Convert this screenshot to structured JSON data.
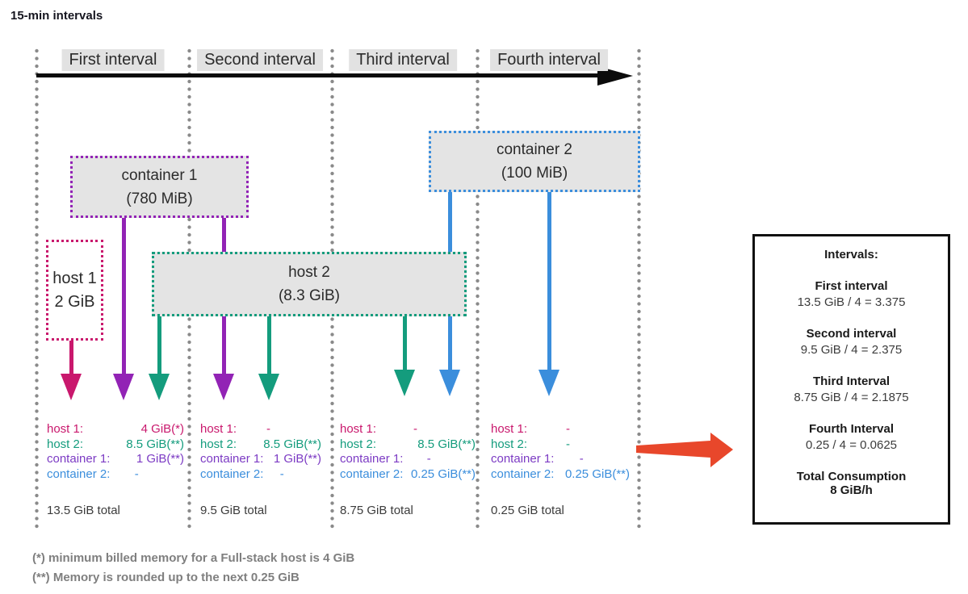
{
  "title": "15-min intervals",
  "timeline": {
    "intervals": [
      {
        "label": "First interval"
      },
      {
        "label": "Second interval"
      },
      {
        "label": "Third interval"
      },
      {
        "label": "Fourth interval"
      }
    ]
  },
  "boxes": {
    "container1": {
      "name": "container 1",
      "memory": "(780 MiB)"
    },
    "container2": {
      "name": "container 2",
      "memory": "(100 MiB)"
    },
    "host1": {
      "name": "host 1",
      "memory": "2 GiB"
    },
    "host2": {
      "name": "host 2",
      "memory": "(8.3 GiB)"
    }
  },
  "billing": {
    "intervals": [
      {
        "rows": [
          {
            "label": "host 1:",
            "value": "4 GiB(*)"
          },
          {
            "label": "host 2:",
            "value": "8.5 GiB(**)"
          },
          {
            "label": "container 1:",
            "value": "1 GiB(**)"
          },
          {
            "label": "container 2:",
            "value": "-"
          }
        ],
        "total": "13.5 GiB total"
      },
      {
        "rows": [
          {
            "label": "host 1:",
            "value": "-"
          },
          {
            "label": "host 2:",
            "value": "8.5 GiB(**)"
          },
          {
            "label": "container 1:",
            "value": "1 GiB(**)"
          },
          {
            "label": "container 2:",
            "value": "-"
          }
        ],
        "total": "9.5 GiB total"
      },
      {
        "rows": [
          {
            "label": "host 1:",
            "value": "-"
          },
          {
            "label": "host 2:",
            "value": "8.5 GiB(**)"
          },
          {
            "label": "container 1:",
            "value": "-"
          },
          {
            "label": "container 2:",
            "value": "0.25 GiB(**)"
          }
        ],
        "total": "8.75 GiB total"
      },
      {
        "rows": [
          {
            "label": "host 1:",
            "value": "-"
          },
          {
            "label": "host 2:",
            "value": "-"
          },
          {
            "label": "container 1:",
            "value": "-"
          },
          {
            "label": "container 2:",
            "value": "0.25 GiB(**)"
          }
        ],
        "total": "0.25 GiB total"
      }
    ]
  },
  "summary": {
    "title": "Intervals:",
    "entries": [
      {
        "heading": "First interval",
        "calc": "13.5 GiB / 4 = 3.375"
      },
      {
        "heading": "Second interval",
        "calc": "9.5 GiB / 4 = 2.375"
      },
      {
        "heading": "Third Interval",
        "calc": "8.75 GiB / 4 = 2.1875"
      },
      {
        "heading": "Fourth Interval",
        "calc": "0.25 / 4 = 0.0625"
      }
    ],
    "total_heading": "Total Consumption",
    "total_value": "8 GiB/h"
  },
  "footnotes": [
    "(*) minimum billed memory for a Full-stack host is 4 GiB",
    "(**) Memory is rounded up to the next 0.25 GiB"
  ],
  "colors": {
    "host1": "#c9186d",
    "host2": "#149c7d",
    "container1": "#9223b5",
    "container2": "#3b8edc",
    "highlight_arrow": "#e8472b"
  }
}
